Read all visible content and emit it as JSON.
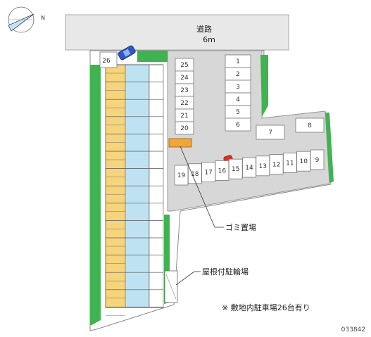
{
  "road": {
    "label": "道路",
    "width": "6m"
  },
  "stalls": {
    "upper_left": [
      "25",
      "24",
      "23",
      "22",
      "21",
      "20"
    ],
    "upper_right": [
      "1",
      "2",
      "3",
      "4",
      "5",
      "6"
    ],
    "right_pair": [
      "7",
      "8"
    ],
    "bottom_row": [
      "19",
      "18",
      "17",
      "16",
      "15",
      "14",
      "13",
      "12",
      "11",
      "10",
      "9"
    ],
    "corner": "26"
  },
  "labels": {
    "garbage": "ゴミ置場",
    "bicycle": "屋根付駐輪場",
    "note": "※ 敷地内駐車場26台有り",
    "id": "033842",
    "compass_north": "N"
  },
  "colors": {
    "road": "#e8e8e8",
    "lot": "#d7d7d7",
    "green": "#3fb34f",
    "building": "#f6d47c",
    "building_blue": "#bfe2f3",
    "car_blue": "#2f56c8",
    "car_red": "#e03020"
  }
}
